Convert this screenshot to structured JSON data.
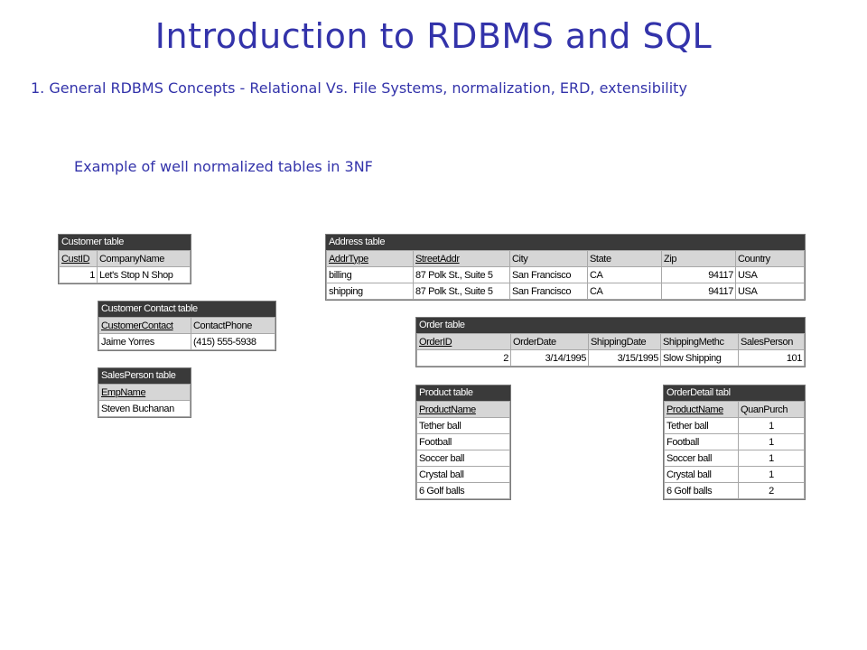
{
  "slide": {
    "title": "Introduction to RDBMS and SQL",
    "subtitle": "1. General RDBMS Concepts - Relational Vs. File Systems, normalization, ERD, extensibility",
    "caption": "Example of well normalized tables in 3NF"
  },
  "customer": {
    "title": "Customer table",
    "headers": [
      "CustID",
      "CompanyName"
    ],
    "rows": [
      [
        "1",
        "Let's Stop N Shop"
      ]
    ]
  },
  "contact": {
    "title": "Customer Contact table",
    "headers": [
      "CustomerContact",
      "ContactPhone"
    ],
    "rows": [
      [
        "Jaime Yorres",
        "(415) 555-5938"
      ]
    ]
  },
  "salesperson": {
    "title": "SalesPerson table",
    "headers": [
      "EmpName"
    ],
    "rows": [
      [
        "Steven Buchanan"
      ]
    ]
  },
  "address": {
    "title": "Address table",
    "headers": [
      "AddrType",
      "StreetAddr",
      "City",
      "State",
      "Zip",
      "Country"
    ],
    "rows": [
      [
        "billing",
        "87 Polk St., Suite 5",
        "San Francisco",
        "CA",
        "94117",
        "USA"
      ],
      [
        "shipping",
        "87 Polk St., Suite 5",
        "San Francisco",
        "CA",
        "94117",
        "USA"
      ]
    ]
  },
  "order": {
    "title": "Order table",
    "headers": [
      "OrderID",
      "OrderDate",
      "ShippingDate",
      "ShippingMethc",
      "SalesPerson"
    ],
    "rows": [
      [
        "2",
        "3/14/1995",
        "3/15/1995",
        "Slow Shipping",
        "101"
      ]
    ]
  },
  "product": {
    "title": "Product table",
    "headers": [
      "ProductName"
    ],
    "rows": [
      [
        "Tether ball"
      ],
      [
        "Football"
      ],
      [
        "Soccer ball"
      ],
      [
        "Crystal ball"
      ],
      [
        "6 Golf balls"
      ]
    ]
  },
  "orderdetail": {
    "title": "OrderDetail tabl",
    "headers": [
      "ProductName",
      "QuanPurch"
    ],
    "rows": [
      [
        "Tether ball",
        "1"
      ],
      [
        "Football",
        "1"
      ],
      [
        "Soccer ball",
        "1"
      ],
      [
        "Crystal ball",
        "1"
      ],
      [
        "6 Golf balls",
        "2"
      ]
    ]
  }
}
